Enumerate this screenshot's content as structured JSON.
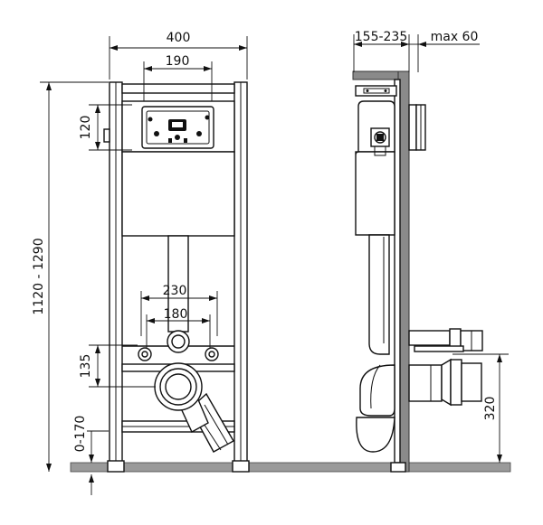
{
  "dimensions": {
    "frame_width": "400",
    "button_spacing": "190",
    "cistern_height": "120",
    "total_height": "1120 - 1290",
    "rod_spacing_outer": "230",
    "rod_spacing_inner": "180",
    "rod_to_drain": "135",
    "leg_adjust": "0-170",
    "wall_depth": "155-235",
    "wall_cover": "max 60",
    "drain_height": "320"
  },
  "colors": {
    "wall": "#8a8a8a",
    "floor": "#9a9a9a",
    "line": "#111111"
  }
}
